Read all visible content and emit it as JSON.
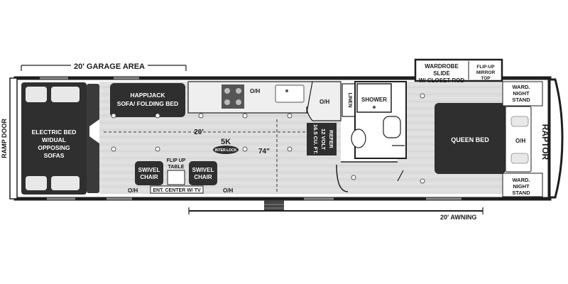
{
  "labels": {
    "garage_area": "20' GARAGE AREA",
    "ramp_door": "RAMP DOOR",
    "electric_bed": [
      "ELECTRIC BED",
      "W/DUAL",
      "OPPOSING",
      "SOFAS"
    ],
    "happijack": [
      "HAPPIJACK",
      "SOFA/ FOLDING BED"
    ],
    "oh": "O/H",
    "length_20": "20'",
    "width_74": "74\"",
    "fivek_big": "5K",
    "fivek_small": "INTER-LOCK",
    "refer": [
      "16.5 CU. FT.",
      "12 VOLT",
      "REFER"
    ],
    "linen": "LINEN",
    "shower": "SHOWER",
    "swivel_chair": [
      "SWIVEL",
      "CHAIR"
    ],
    "flip_up_table": [
      "FLIP UP",
      "TABLE"
    ],
    "ent_center": "ENT. CENTER W/ TV",
    "wardrobe": [
      "WARDROBE",
      "SLIDE",
      "W/ CLOSET ROD"
    ],
    "flip_up_mirror": [
      "FLIP-UP",
      "MIRROR",
      "TOP"
    ],
    "ward_night_stand": [
      "WARD.",
      "NIGHT",
      "STAND"
    ],
    "queen_bed": "QUEEN BED",
    "awning": "20' AWNING",
    "brand": "RAPTOR"
  },
  "colors": {
    "outline": "#1e1e1e",
    "floor": "#dcdcdc",
    "furniture_dark": "#2f2f2f",
    "cabinet": "#ededed"
  }
}
